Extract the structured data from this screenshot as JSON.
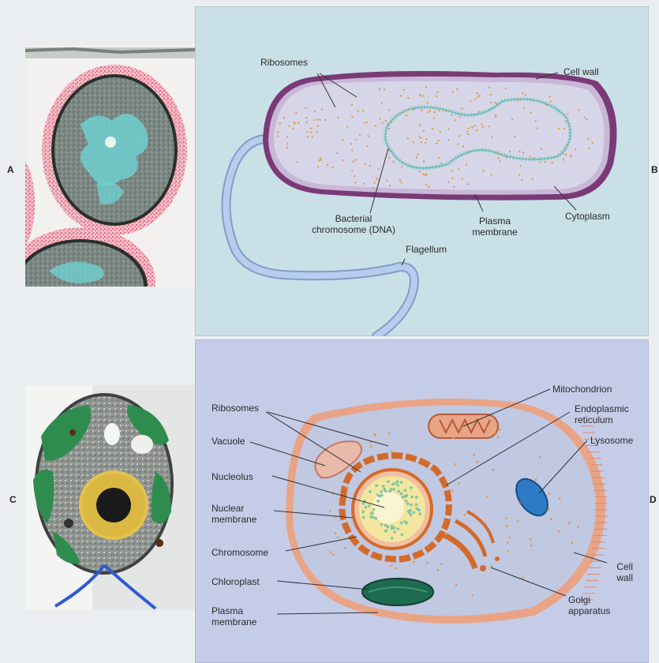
{
  "panels": {
    "a": {
      "letter": "A"
    },
    "b": {
      "letter": "B"
    },
    "c": {
      "letter": "C"
    },
    "d": {
      "letter": "D"
    }
  },
  "prokaryote_labels": {
    "ribosomes": "Ribosomes",
    "cell_wall": "Cell wall",
    "bacterial_chromosome_1": "Bacterial",
    "bacterial_chromosome_2": "chromosome (DNA)",
    "plasma_membrane_1": "Plasma",
    "plasma_membrane_2": "membrane",
    "cytoplasm": "Cytoplasm",
    "flagellum": "Flagellum"
  },
  "eukaryote_labels": {
    "ribosomes": "Ribosomes",
    "vacuole": "Vacuole",
    "nucleolus": "Nucleolus",
    "nuclear_membrane_1": "Nuclear",
    "nuclear_membrane_2": "membrane",
    "chromosome": "Chromosome",
    "chloroplast": "Chloroplast",
    "plasma_membrane_1": "Plasma",
    "plasma_membrane_2": "membrane",
    "mitochondrion": "Mitochondrion",
    "endoplasmic_reticulum_1": "Endoplasmic",
    "endoplasmic_reticulum_2": "reticulum",
    "lysosome": "Lysosome",
    "cell_wall_1": "Cell",
    "cell_wall_2": "wall",
    "golgi_1": "Golgi",
    "golgi_2": "apparatus"
  },
  "colors": {
    "prokaryote_bg": "#c9e0e6",
    "eukaryote_bg": "#c5cce8",
    "cell_wall": "#7a3a78",
    "ribosome": "#e39a4c",
    "flagellum": "#a9c2e6",
    "plant_wall": "#e9a486",
    "nucleolus": "#f4e6a0"
  }
}
